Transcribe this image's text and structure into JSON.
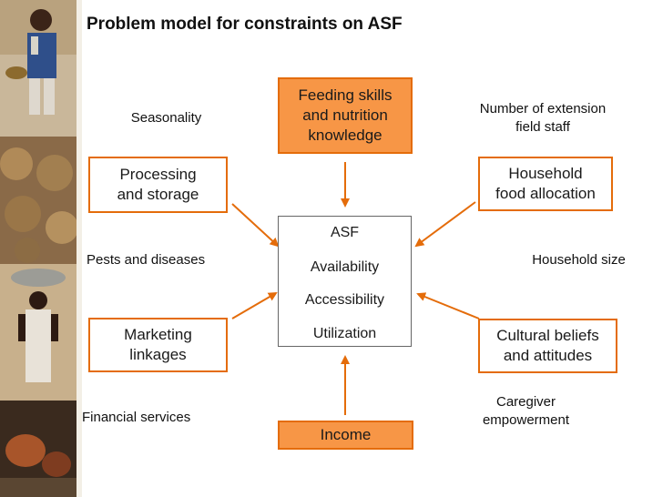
{
  "title": "Problem model for constraints on ASF",
  "center": {
    "heading": "ASF",
    "items": [
      "Availability",
      "Accessibility",
      "Utilization"
    ]
  },
  "boxes": {
    "feeding": "Feeding skills\nand nutrition\nknowledge",
    "processing": "Processing\nand storage",
    "household_alloc": "Household\nfood allocation",
    "marketing": "Marketing\nlinkages",
    "cultural": "Cultural beliefs\nand attitudes",
    "income": "Income"
  },
  "labels": {
    "seasonality": "Seasonality",
    "extension": "Number of extension\nfield staff",
    "pests": "Pests and diseases",
    "household_size": "Household size",
    "financial": "Financial services",
    "caregiver": "Caregiver\nempowerment"
  },
  "colors": {
    "accent": "#f79646",
    "border": "#e46c0a"
  }
}
